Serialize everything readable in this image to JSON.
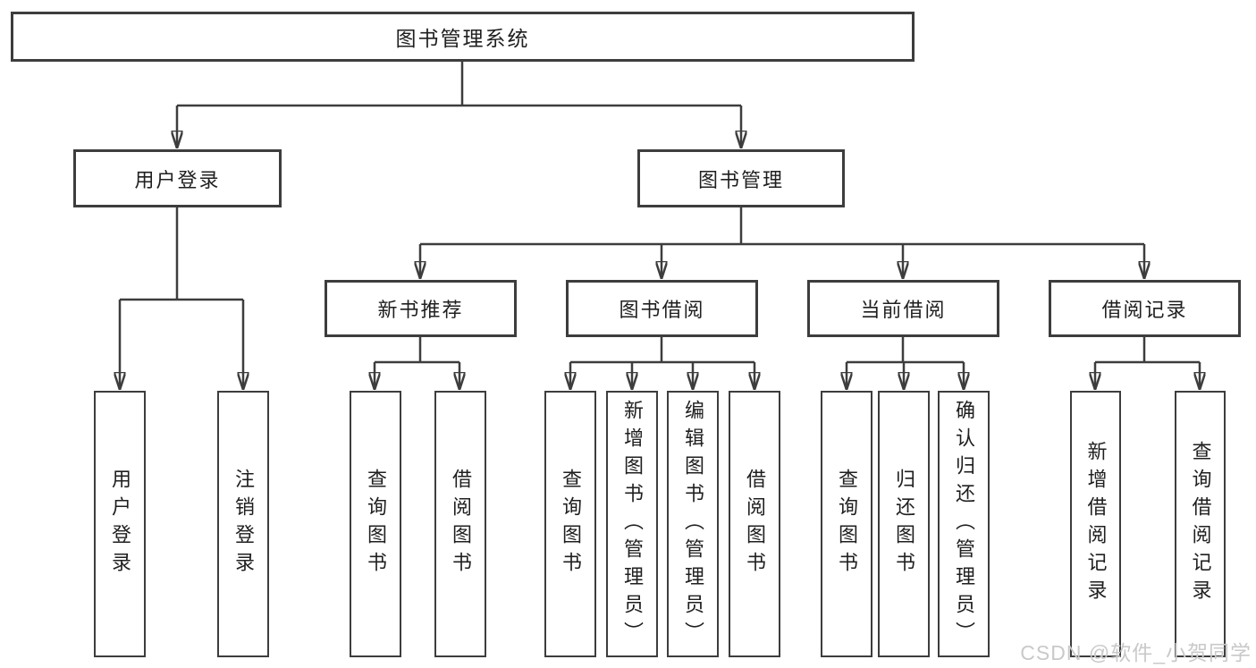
{
  "diagram_title": "图书管理系统",
  "watermark": "CSDN @软件_小贺同学",
  "colors": {
    "line": "#3d3d3d",
    "text": "#1f1f1f",
    "watermark": "#c9c9c9",
    "background": "#ffffff"
  },
  "tree": {
    "label": "图书管理系统",
    "children": [
      {
        "label": "用户登录",
        "children": [
          {
            "label": "用户登录"
          },
          {
            "label": "注销登录"
          }
        ]
      },
      {
        "label": "图书管理",
        "children": [
          {
            "label": "新书推荐",
            "children": [
              {
                "label": "查询图书"
              },
              {
                "label": "借阅图书"
              }
            ]
          },
          {
            "label": "图书借阅",
            "children": [
              {
                "label": "查询图书"
              },
              {
                "label": "新增图书（管理员）"
              },
              {
                "label": "编辑图书（管理员）"
              },
              {
                "label": "借阅图书"
              }
            ]
          },
          {
            "label": "当前借阅",
            "children": [
              {
                "label": "查询图书"
              },
              {
                "label": "归还图书"
              },
              {
                "label": "确认归还（管理员）"
              }
            ]
          },
          {
            "label": "借阅记录",
            "children": [
              {
                "label": "新增借阅记录"
              },
              {
                "label": "查询借阅记录"
              }
            ]
          }
        ]
      }
    ]
  }
}
